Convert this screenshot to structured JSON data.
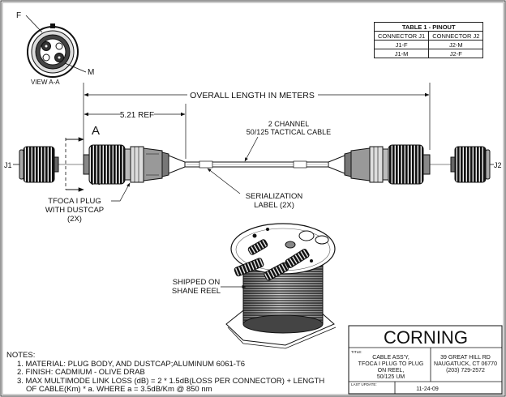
{
  "view_label": "VIEW A-A",
  "callouts": {
    "f": "F",
    "m": "M",
    "j1": "J1",
    "j2": "J2",
    "section_a": "A"
  },
  "dimensions": {
    "overall": "OVERALL LENGTH IN METERS",
    "ref": "5.21 REF"
  },
  "annotations": {
    "cable": [
      "2 CHANNEL",
      "50/125 TACTICAL CABLE"
    ],
    "plug": [
      "TFOCA I  PLUG",
      "WITH DUSTCAP",
      "(2X)"
    ],
    "serialization": [
      "SERIALIZATION",
      "LABEL (2X)"
    ],
    "reel": [
      "SHIPPED ON",
      "SHANE REEL"
    ]
  },
  "pinout": {
    "title": "TABLE 1 - PINOUT",
    "headers": [
      "CONNECTOR J1",
      "CONNECTOR J2"
    ],
    "rows": [
      [
        "J1-F",
        "J2-M"
      ],
      [
        "J1-M",
        "J2-F"
      ]
    ]
  },
  "notes": {
    "heading": "NOTES:",
    "lines": [
      "1. MATERIAL: PLUG BODY, AND DUSTCAP;ALUMINUM 6061-T6",
      "2. FINISH: CADMIUM - OLIVE DRAB",
      "3. MAX MULTIMODE LINK LOSS (dB) = 2 * 1.5dB(LOSS PER CONNECTOR) + LENGTH",
      "OF CABLE(Km) * a.  WHERE a = 3.5dB/Km @ 850 nm"
    ]
  },
  "title_block": {
    "company": "CORNING",
    "title_label": "TITLE:",
    "title": [
      "CABLE ASS'Y,",
      "TFOCA I PLUG TO PLUG",
      "ON REEL,",
      "50/125 UM"
    ],
    "address": [
      "39 GREAT HILL RD",
      "NAUGATUCK, CT 06770",
      "(203) 729-2572"
    ],
    "last_update_label": "LAST UPDATE:",
    "date": "11-24-09"
  }
}
